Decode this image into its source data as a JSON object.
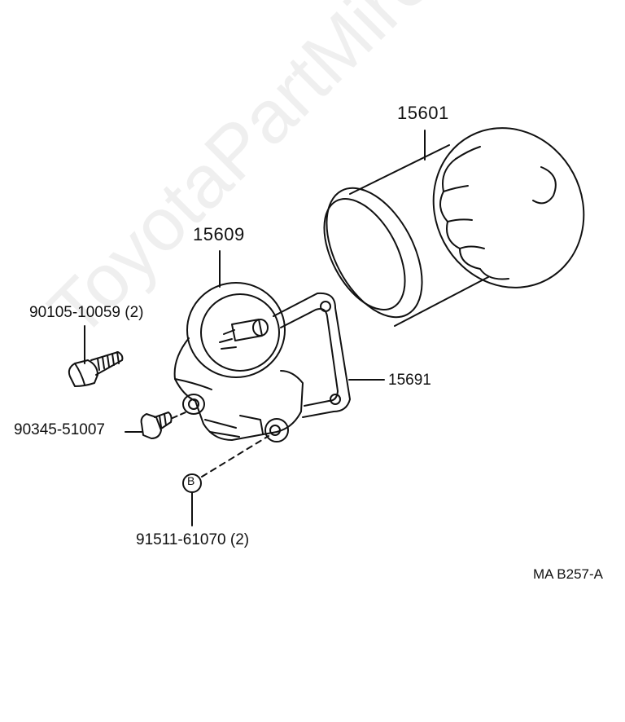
{
  "parts": {
    "filter": "15601",
    "bracket": "15609",
    "gasket": "15691",
    "bolt_long": "90105-10059 (2)",
    "plug": "90345-51007",
    "fastener": "91511-61070 (2)",
    "callout_letter": "B"
  },
  "footer": {
    "code": "MA  B257-A"
  },
  "watermark": "ToyotaPartMire.ru"
}
